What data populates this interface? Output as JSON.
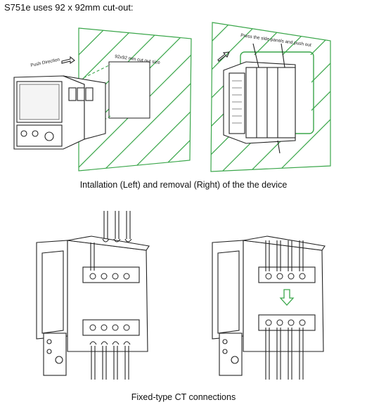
{
  "header": {
    "title": "S751e uses 92 x 92mm cut-out:"
  },
  "top_figure": {
    "left_panel": {
      "push_label": "Push Direction",
      "cutout_label": "92x92 mm cut out size"
    },
    "right_panel": {
      "instruction_label": "Press the side panels and push out"
    },
    "caption": "Intallation (Left) and removal (Right) of the the device"
  },
  "bottom_figure": {
    "caption": "Fixed-type CT connections"
  },
  "colors": {
    "panel_hatch": "#3aa64a",
    "line": "#222222"
  }
}
